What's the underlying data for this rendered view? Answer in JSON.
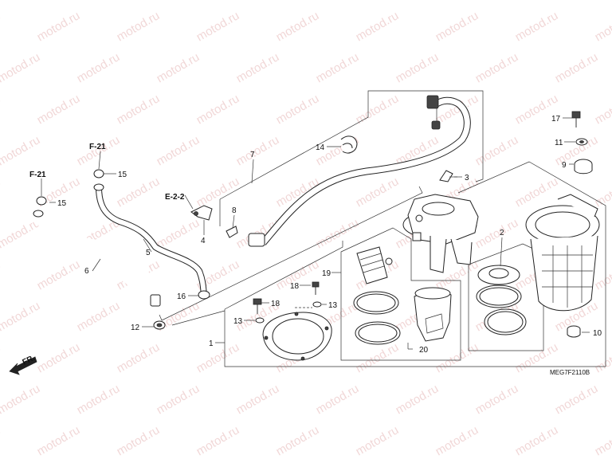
{
  "watermark": "motod.ru",
  "diagram_code": "MEG7F2110B",
  "front_marker": "FR.",
  "references": {
    "f21_left": "F-21",
    "f21_top": "F-21",
    "e22": "E-2-2"
  },
  "part_numbers": {
    "p1": "1",
    "p2": "2",
    "p3": "3",
    "p4": "4",
    "p5": "5",
    "p6": "6",
    "p7": "7",
    "p8": "8",
    "p9": "9",
    "p10": "10",
    "p11": "11",
    "p12": "12",
    "p13a": "13",
    "p13b": "13",
    "p14": "14",
    "p15a": "15",
    "p15b": "15",
    "p16": "16",
    "p17": "17",
    "p18a": "18",
    "p18b": "18",
    "p19": "19",
    "p20": "20"
  }
}
